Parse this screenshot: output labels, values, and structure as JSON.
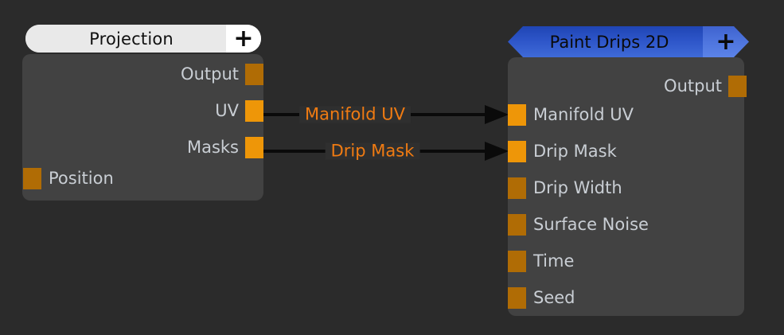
{
  "canvas": {
    "background": "#2b2b2b",
    "node_body_color": "#424242"
  },
  "colors": {
    "port_connected": "#ee9608",
    "port_unconnected": "#b06c05",
    "link": "#0a0a0a",
    "link_label_text": "#f07b12",
    "port_label_text": "#c9ced4",
    "left_header_bg": "#e9e9e9",
    "left_header_plus_bg": "#ffffff",
    "right_header_bg": "#2d55c8",
    "right_header_plus_bg": "#4e75de"
  },
  "nodes": [
    {
      "id": "projection",
      "title": "Projection",
      "add_label": "+",
      "header_style": "pill",
      "outputs": [
        {
          "label": "Output",
          "connected": false
        },
        {
          "label": "UV",
          "connected": true
        },
        {
          "label": "Masks",
          "connected": true
        }
      ],
      "inputs": [
        {
          "label": "Position",
          "connected": false
        }
      ]
    },
    {
      "id": "paint-drips-2d",
      "title": "Paint Drips 2D",
      "add_label": "+",
      "header_style": "chevron",
      "outputs": [
        {
          "label": "Output",
          "connected": false
        }
      ],
      "inputs": [
        {
          "label": "Manifold UV",
          "connected": true
        },
        {
          "label": "Drip Mask",
          "connected": true
        },
        {
          "label": "Drip Width",
          "connected": false
        },
        {
          "label": "Surface Noise",
          "connected": false
        },
        {
          "label": "Time",
          "connected": false
        },
        {
          "label": "Seed",
          "connected": false
        }
      ]
    }
  ],
  "links": [
    {
      "label": "Manifold UV",
      "from_node": "projection",
      "from_port": "UV",
      "to_node": "paint-drips-2d",
      "to_port": "Manifold UV"
    },
    {
      "label": "Drip Mask",
      "from_node": "projection",
      "from_port": "Masks",
      "to_node": "paint-drips-2d",
      "to_port": "Drip Mask"
    }
  ]
}
